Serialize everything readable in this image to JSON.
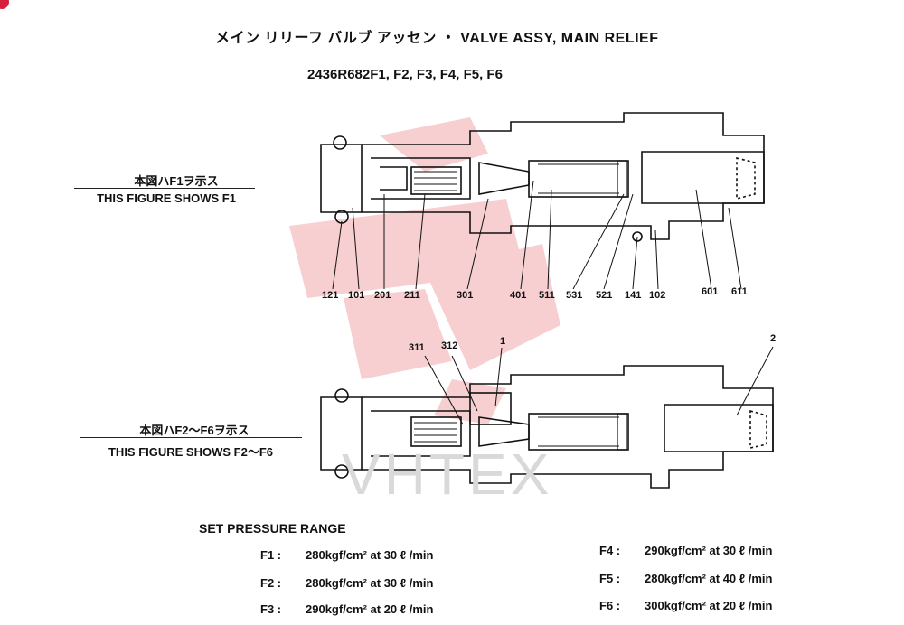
{
  "title": "メイン リリーフ バルブ アッセン ・ VALVE ASSY, MAIN RELIEF",
  "subtitle": "2436R682F1, F2, F3, F4, F5, F6",
  "figure1": {
    "caption_jp": "本図ハF1ヲ示ス",
    "caption_en": "THIS FIGURE SHOWS F1",
    "part_numbers": [
      "121",
      "101",
      "201",
      "211",
      "301",
      "401",
      "511",
      "531",
      "521",
      "141",
      "102",
      "601",
      "611"
    ]
  },
  "figure2": {
    "caption_jp": "本図ハF2〜F6ヲ示ス",
    "caption_en": "THIS FIGURE SHOWS F2〜F6",
    "callouts": [
      "311",
      "312",
      "1",
      "2"
    ]
  },
  "set_pressure": {
    "heading": "SET PRESSURE RANGE",
    "rows": [
      {
        "label": "F1 :",
        "value": "280kgf/cm² at 30 ℓ /min"
      },
      {
        "label": "F2 :",
        "value": "280kgf/cm² at 30 ℓ /min"
      },
      {
        "label": "F3 :",
        "value": "290kgf/cm² at 20 ℓ /min"
      },
      {
        "label": "F4 :",
        "value": "290kgf/cm² at 30 ℓ /min"
      },
      {
        "label": "F5 :",
        "value": "280kgf/cm² at 40 ℓ /min"
      },
      {
        "label": "F6 :",
        "value": "300kgf/cm² at 20 ℓ /min"
      }
    ]
  },
  "watermark_text": "VHTEX",
  "colors": {
    "ink": "#111111",
    "watermark_red": "#f2a9ad",
    "watermark_gray": "#d9d9d9",
    "badge": "#d4203a"
  }
}
